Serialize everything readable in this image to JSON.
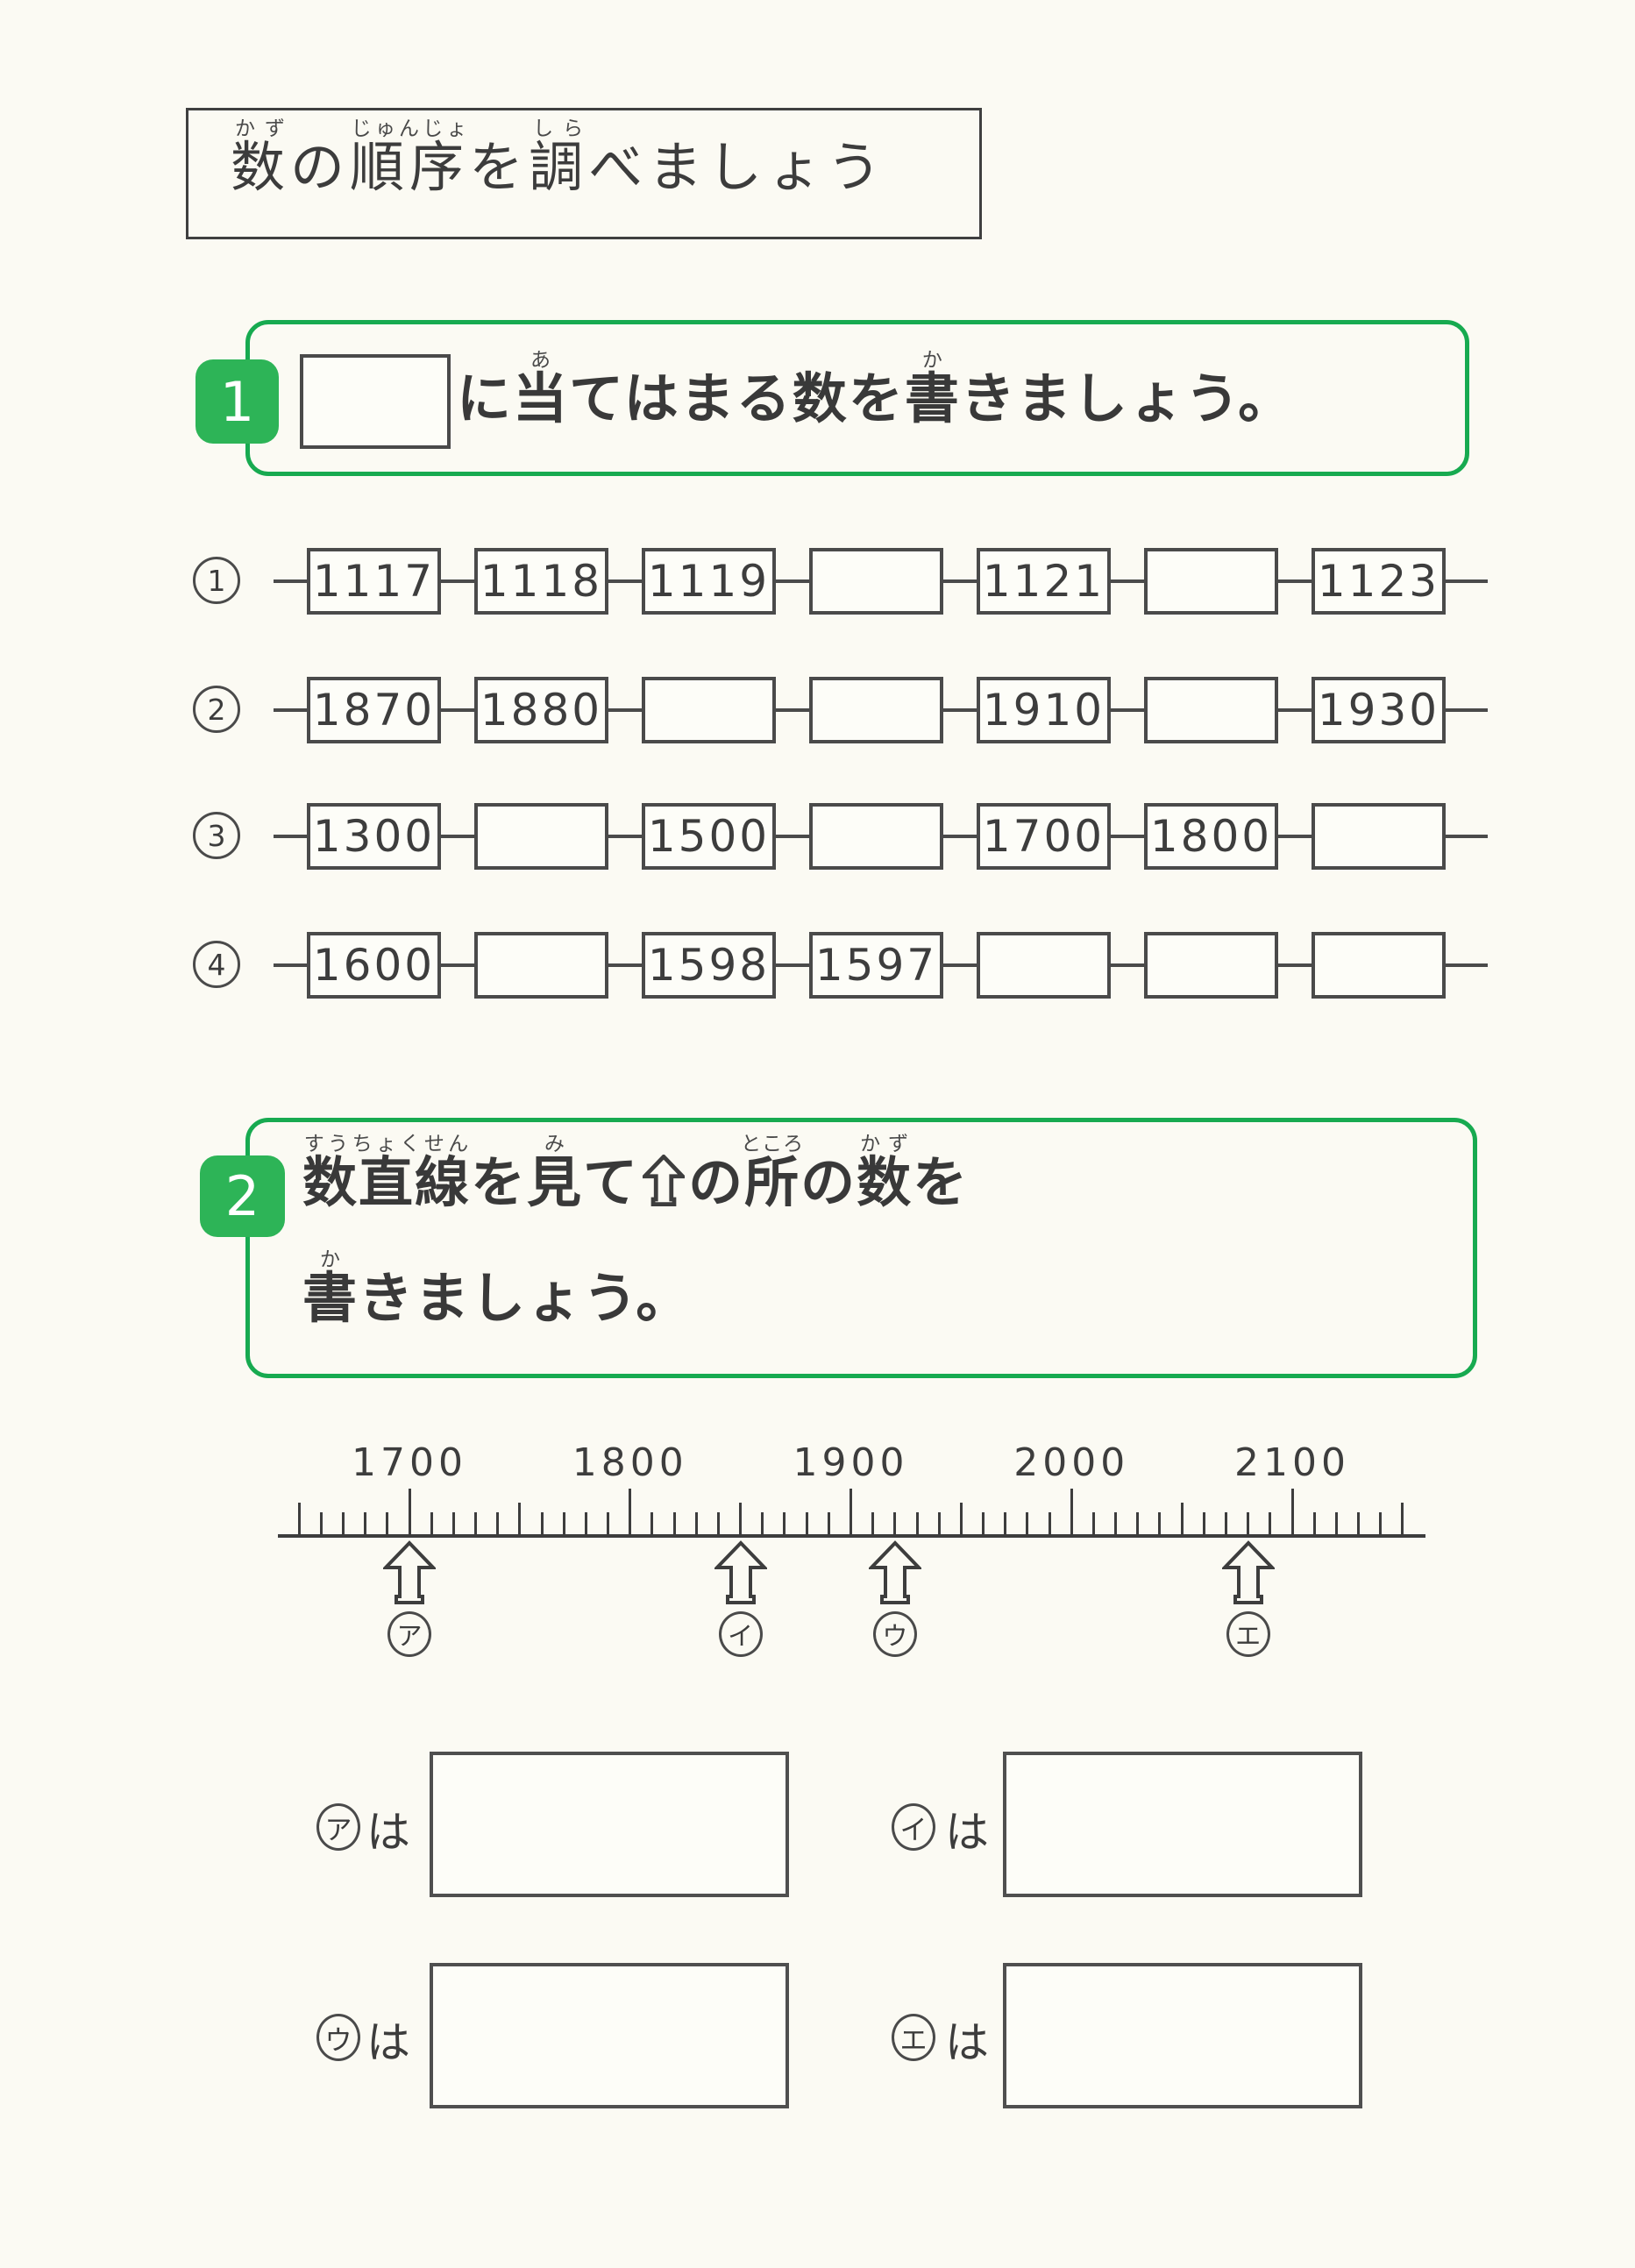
{
  "title": {
    "segments": [
      {
        "b": "数",
        "r": "かず"
      },
      {
        "b": "の"
      },
      {
        "b": "順序",
        "r": "じゅんじょ"
      },
      {
        "b": "を"
      },
      {
        "b": "調",
        "r": "しら"
      },
      {
        "b": "べましょう"
      }
    ]
  },
  "problem1": {
    "number": "1",
    "accent_color": "#2db457",
    "border_color": "#17aa50",
    "instruction_segments": [
      {
        "b": "に"
      },
      {
        "b": "当",
        "r": "あ"
      },
      {
        "b": "てはまる"
      },
      {
        "b": "数"
      },
      {
        "b": "を"
      },
      {
        "b": "書",
        "r": "か"
      },
      {
        "b": "きましょう。"
      }
    ],
    "rows": [
      {
        "label": "1",
        "cells": [
          "1117",
          "1118",
          "1119",
          "",
          "1121",
          "",
          "1123"
        ]
      },
      {
        "label": "2",
        "cells": [
          "1870",
          "1880",
          "",
          "",
          "1910",
          "",
          "1930"
        ]
      },
      {
        "label": "3",
        "cells": [
          "1300",
          "",
          "1500",
          "",
          "1700",
          "1800",
          ""
        ]
      },
      {
        "label": "4",
        "cells": [
          "1600",
          "",
          "1598",
          "1597",
          "",
          "",
          ""
        ]
      }
    ]
  },
  "problem2": {
    "number": "2",
    "line1_segments": [
      {
        "b": "数直線",
        "r": "すうちょくせん"
      },
      {
        "b": "を"
      },
      {
        "b": "見",
        "r": "み"
      },
      {
        "b": "て"
      },
      {
        "b": "⇧",
        "icon": "up-arrow"
      },
      {
        "b": "の"
      },
      {
        "b": "所",
        "r": "ところ"
      },
      {
        "b": "の"
      },
      {
        "b": "数",
        "r": "かず"
      },
      {
        "b": "を"
      }
    ],
    "line2_segments": [
      {
        "b": "書",
        "r": "か"
      },
      {
        "b": "きましょう。"
      }
    ],
    "number_line": {
      "min": 1650,
      "max": 2150,
      "minor_step": 10,
      "medium_step": 50,
      "major_step": 100,
      "labels": [
        "1700",
        "1800",
        "1900",
        "2000",
        "2100"
      ],
      "arrows": [
        {
          "label": "ア",
          "value": 1700
        },
        {
          "label": "イ",
          "value": 1850
        },
        {
          "label": "ウ",
          "value": 1920
        },
        {
          "label": "エ",
          "value": 2080
        }
      ]
    },
    "answers": [
      {
        "label": "ア",
        "particle": "は"
      },
      {
        "label": "イ",
        "particle": "は"
      },
      {
        "label": "ウ",
        "particle": "は"
      },
      {
        "label": "エ",
        "particle": "は"
      }
    ]
  }
}
